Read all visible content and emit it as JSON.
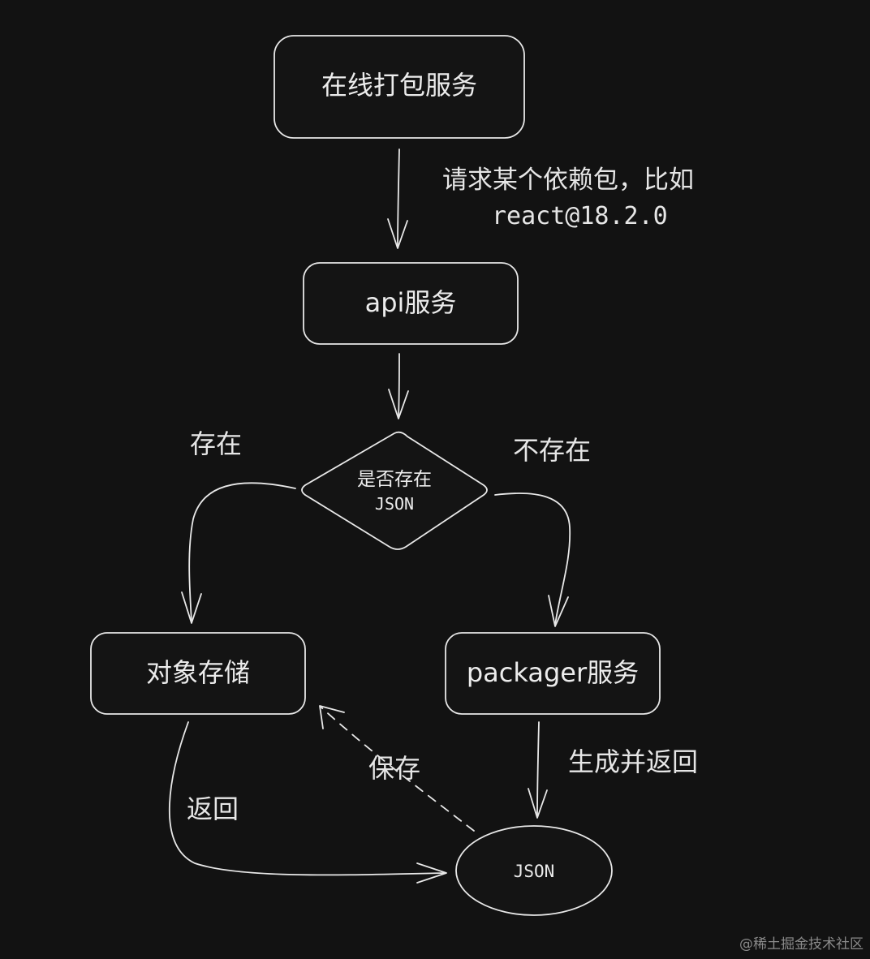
{
  "nodes": {
    "online_bundle_service": "在线打包服务",
    "api_service": "api服务",
    "decision_line1": "是否存在",
    "decision_line2": "JSON",
    "object_storage": "对象存储",
    "packager_service": "packager服务",
    "json_node": "JSON"
  },
  "edges": {
    "request_line1": "请求某个依赖包，比如",
    "request_line2": "react@18.2.0",
    "exists": "存在",
    "not_exists": "不存在",
    "generate_return": "生成并返回",
    "save": "保存",
    "return": "返回"
  },
  "watermark": "@稀土掘金技术社区",
  "colors": {
    "background": "#121212",
    "stroke": "#e8e8e8",
    "text": "#ececec"
  }
}
